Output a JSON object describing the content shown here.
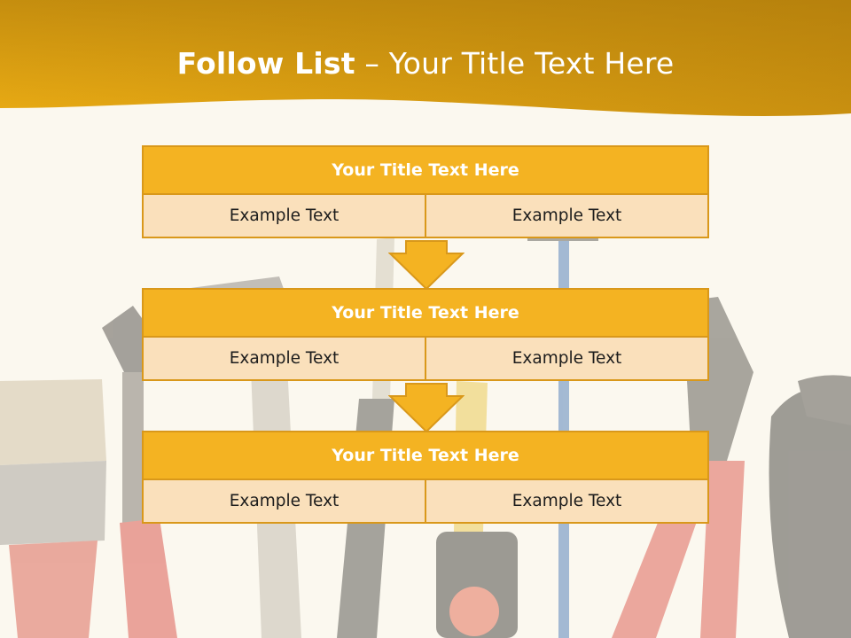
{
  "title": {
    "bold": "Follow List",
    "rest": " – Your Title Text Here"
  },
  "colors": {
    "header_band": "#e5a51a",
    "block_header": "#f4b322",
    "block_cell": "#fae0bb",
    "border": "#d9981a",
    "background": "#fbf8ef"
  },
  "blocks": [
    {
      "title": "Your Title Text Here",
      "cells": [
        "Example Text",
        "Example Text"
      ]
    },
    {
      "title": "Your Title Text Here",
      "cells": [
        "Example Text",
        "Example Text"
      ]
    },
    {
      "title": "Your Title Text Here",
      "cells": [
        "Example Text",
        "Example Text"
      ]
    }
  ],
  "background_illustration": [
    "paint-brush-icon",
    "pipe-wrench-icon",
    "hammer-icon",
    "screwdriver-icon",
    "tape-measure-icon",
    "hacksaw-icon",
    "pliers-icon",
    "work-glove-icon"
  ]
}
